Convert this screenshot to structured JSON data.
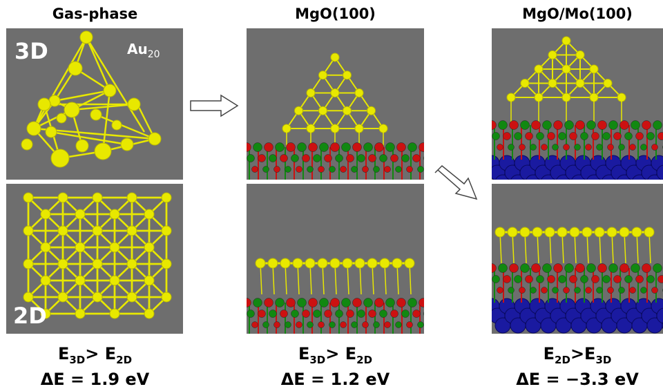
{
  "titles": {
    "gas": "Gas-phase",
    "mgo": "MgO(100)",
    "mgomo": "MgO/Mo(100)"
  },
  "labels": {
    "d3": "3D",
    "d2": "2D",
    "au": "Au",
    "au_sub": "20"
  },
  "captions": {
    "gas": {
      "e_left": "E",
      "e_left_sub": "3D",
      "e_op": "> ",
      "e_right": "E",
      "e_right_sub": "2D",
      "delta": "ΔE = 1.9 eV"
    },
    "mgo": {
      "e_left": "E",
      "e_left_sub": "3D",
      "e_op": "> ",
      "e_right": "E",
      "e_right_sub": "2D",
      "delta": "ΔE = 1.2 eV"
    },
    "mgomo": {
      "e_left": "E",
      "e_left_sub": "2D",
      "e_op": ">",
      "e_right": "E",
      "e_right_sub": "3D",
      "delta": "ΔE = −3.3 eV"
    }
  },
  "colors": {
    "gold": "#e8e800",
    "background": "#6e6e6e",
    "oxygen": "#cc1111",
    "magnesium": "#118811",
    "molybdenum": "#1a1aa0"
  }
}
